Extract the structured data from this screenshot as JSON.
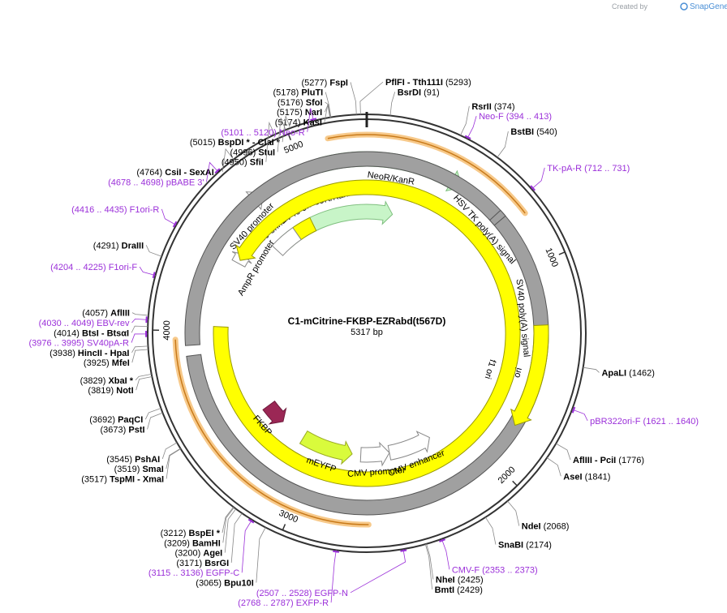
{
  "credit": {
    "prefix": "Created by",
    "brand": "SnapGene"
  },
  "plasmid": {
    "name": "C1-mCitrine-FKBP-EZRabd(t567D)",
    "length_label": "5317 bp"
  },
  "ticks": [
    {
      "pos": 1000,
      "label": "1000"
    },
    {
      "pos": 2000,
      "label": "2000"
    },
    {
      "pos": 3000,
      "label": "3000"
    },
    {
      "pos": 4000,
      "label": "4000"
    },
    {
      "pos": 5000,
      "label": "5000"
    }
  ],
  "sites": [
    {
      "name": "FspI",
      "pos": 5277,
      "label": "(5277)",
      "side": "L"
    },
    {
      "name": "PluTI",
      "pos": 5178,
      "label": "(5178)",
      "side": "L"
    },
    {
      "name": "SfoI",
      "pos": 5176,
      "label": "(5176)",
      "side": "L"
    },
    {
      "name": "NarI",
      "pos": 5175,
      "label": "(5175)",
      "side": "L"
    },
    {
      "name": "KasI",
      "pos": 5174,
      "label": "(5174)",
      "side": "L"
    },
    {
      "name": "BspDI * - ClaI *",
      "pos": 5015,
      "label": "(5015)",
      "side": "L"
    },
    {
      "name": "StuI",
      "pos": 4996,
      "label": "(4996)",
      "side": "L"
    },
    {
      "name": "SfiI",
      "pos": 4950,
      "label": "(4950)",
      "side": "L"
    },
    {
      "name": "CsiI - SexAI *",
      "pos": 4764,
      "label": "(4764)",
      "side": "L"
    },
    {
      "name": "DraIII",
      "pos": 4291,
      "label": "(4291)",
      "side": "L"
    },
    {
      "name": "AflIII",
      "pos": 4057,
      "label": "(4057)",
      "side": "L"
    },
    {
      "name": "BtsI - BtsαI",
      "pos": 4014,
      "label": "(4014)",
      "side": "L"
    },
    {
      "name": "HincII - HpaI",
      "pos": 3938,
      "label": "(3938)",
      "side": "L"
    },
    {
      "name": "MfeI",
      "pos": 3925,
      "label": "(3925)",
      "side": "L"
    },
    {
      "name": "XbaI *",
      "pos": 3829,
      "label": "(3829)",
      "side": "L"
    },
    {
      "name": "NotI",
      "pos": 3819,
      "label": "(3819)",
      "side": "L"
    },
    {
      "name": "PaqCI",
      "pos": 3692,
      "label": "(3692)",
      "side": "L"
    },
    {
      "name": "PstI",
      "pos": 3673,
      "label": "(3673)",
      "side": "L"
    },
    {
      "name": "PshAI",
      "pos": 3545,
      "label": "(3545)",
      "side": "L"
    },
    {
      "name": "SmaI",
      "pos": 3519,
      "label": "(3519)",
      "side": "L"
    },
    {
      "name": "TspMI - XmaI",
      "pos": 3517,
      "label": "(3517)",
      "side": "L"
    },
    {
      "name": "BspEI *",
      "pos": 3212,
      "label": "(3212)",
      "side": "L"
    },
    {
      "name": "BamHI",
      "pos": 3209,
      "label": "(3209)",
      "side": "L"
    },
    {
      "name": "AgeI",
      "pos": 3200,
      "label": "(3200)",
      "side": "L"
    },
    {
      "name": "BsrGI",
      "pos": 3171,
      "label": "(3171)",
      "side": "L"
    },
    {
      "name": "Bpu10I",
      "pos": 3065,
      "label": "(3065)",
      "side": "L"
    },
    {
      "name": "PflFI - Tth111I",
      "pos": 5293,
      "label": "(5293)",
      "side": "R"
    },
    {
      "name": "BsrDI",
      "pos": 91,
      "label": "(91)",
      "side": "R"
    },
    {
      "name": "RsrII",
      "pos": 374,
      "label": "(374)",
      "side": "R"
    },
    {
      "name": "BstBI",
      "pos": 540,
      "label": "(540)",
      "side": "R"
    },
    {
      "name": "ApaLI",
      "pos": 1462,
      "label": "(1462)",
      "side": "R"
    },
    {
      "name": "AflIII - PciI",
      "pos": 1776,
      "label": "(1776)",
      "side": "R"
    },
    {
      "name": "AseI",
      "pos": 1841,
      "label": "(1841)",
      "side": "R"
    },
    {
      "name": "NdeI",
      "pos": 2068,
      "label": "(2068)",
      "side": "R"
    },
    {
      "name": "SnaBI",
      "pos": 2174,
      "label": "(2174)",
      "side": "R"
    },
    {
      "name": "NheI",
      "pos": 2425,
      "label": "(2425)",
      "side": "R"
    },
    {
      "name": "BmtI",
      "pos": 2429,
      "label": "(2429)",
      "side": "R"
    }
  ],
  "primers": [
    {
      "name": "Neo-R",
      "range": "(5101 .. 5120)",
      "pos": 5110,
      "side": "L"
    },
    {
      "name": "pBABE 3'",
      "range": "(4678 .. 4698)",
      "pos": 4688,
      "side": "L"
    },
    {
      "name": "F1ori-R",
      "range": "(4416 .. 4435)",
      "pos": 4425,
      "side": "L"
    },
    {
      "name": "F1ori-F",
      "range": "(4204 .. 4225)",
      "pos": 4214,
      "side": "L"
    },
    {
      "name": "EBV-rev",
      "range": "(4030 .. 4049)",
      "pos": 4040,
      "side": "L"
    },
    {
      "name": "SV40pA-R",
      "range": "(3976 .. 3995)",
      "pos": 3985,
      "side": "L"
    },
    {
      "name": "EGFP-C",
      "range": "(3115 .. 3136)",
      "pos": 3125,
      "side": "L"
    },
    {
      "name": "EXFP-R",
      "range": "(2768 .. 2787)",
      "pos": 2777,
      "side": "L"
    },
    {
      "name": "EGFP-N",
      "range": "(2507 .. 2528)",
      "pos": 2517,
      "side": "L"
    },
    {
      "name": "CMV-F",
      "range": "(2353 .. 2373)",
      "pos": 2363,
      "side": "R"
    },
    {
      "name": "Neo-F",
      "range": "(394 .. 413)",
      "pos": 403,
      "side": "R"
    },
    {
      "name": "TK-pA-R",
      "range": "(712 .. 731)",
      "pos": 721,
      "side": "R"
    },
    {
      "name": "pBR322ori-F",
      "range": "(1621 .. 1640)",
      "pos": 1630,
      "side": "R"
    }
  ],
  "features": [
    {
      "name": "NeoR/KanR",
      "start": 5090,
      "end": 490,
      "r": 215,
      "color": "#c8f5c8",
      "stroke": "#7fbf7f",
      "dir": 1
    },
    {
      "name": "NeoR/KanR",
      "start": 4700,
      "end": 180,
      "r": 150,
      "color": "#c8f5c8",
      "stroke": "#7fbf7f",
      "dir": 1
    },
    {
      "name": "SV40 promoter",
      "start": 4465,
      "end": 4780,
      "r": 215,
      "color": "#ffffff",
      "stroke": "#888888",
      "dir": 1
    },
    {
      "name": "AmpR promoter",
      "start": 4410,
      "end": 4470,
      "r": 180,
      "color": "#ffffff",
      "stroke": "#888888",
      "dir": 1
    },
    {
      "name": "SV40 ori",
      "start": 4800,
      "end": 4930,
      "r": 150,
      "color": "#ffff00",
      "stroke": "#999900",
      "dir": 0
    },
    {
      "name": "SV40 enhancer",
      "start": 4620,
      "end": 4800,
      "r": 150,
      "color": "#ffffff",
      "stroke": "#888888",
      "dir": 0
    },
    {
      "name": "f1 ori",
      "start": 4430,
      "end": 4025,
      "r": 180,
      "color": "#ffff00",
      "stroke": "#999900",
      "dir": -1
    },
    {
      "name": "SV40 poly(A) signal",
      "start": 3930,
      "end": 3880,
      "r": 215,
      "color": "#a0a0a0",
      "stroke": "#555555",
      "dir": 0
    },
    {
      "name": "HSV TK poly(A) signal",
      "start": 700,
      "end": 735,
      "r": 215,
      "color": "#a0a0a0",
      "stroke": "#555555",
      "dir": 0
    },
    {
      "name": "ori",
      "start": 1290,
      "end": 1800,
      "r": 215,
      "color": "#ffff00",
      "stroke": "#999900",
      "dir": 1
    },
    {
      "name": "CMV enhancer",
      "start": 2200,
      "end": 2500,
      "r": 150,
      "color": "#ffffff",
      "stroke": "#888888",
      "dir": -1
    },
    {
      "name": "CMV promoter",
      "start": 2500,
      "end": 2700,
      "r": 150,
      "color": "#ffffff",
      "stroke": "#888888",
      "dir": -1
    },
    {
      "name": "mEYFP",
      "start": 2760,
      "end": 3120,
      "r": 150,
      "color": "#d9fb3c",
      "stroke": "#99aa22",
      "dir": -1
    },
    {
      "name": "FKBP",
      "start": 3300,
      "end": 3450,
      "r": 150,
      "color": "#9b2755",
      "stroke": "#6e1a3c",
      "dir": -1
    }
  ]
}
